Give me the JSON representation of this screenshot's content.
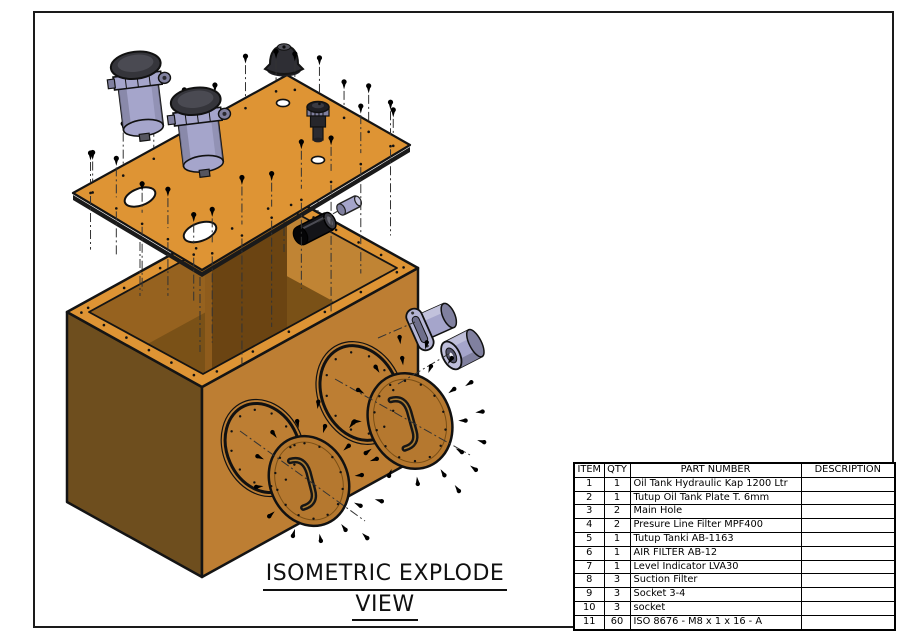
{
  "sheet": {
    "title_line1": "ISOMETRIC EXPLODE",
    "title_line2": "VIEW"
  },
  "bom_table": {
    "headers": [
      "ITEM",
      "QTY",
      "PART NUMBER",
      "DESCRIPTION"
    ],
    "rows": [
      [
        "1",
        "1",
        "Oil Tank Hydraulic Kap 1200 Ltr",
        ""
      ],
      [
        "2",
        "1",
        "Tutup Oil Tank Plate T. 6mm",
        ""
      ],
      [
        "3",
        "2",
        "Main Hole",
        ""
      ],
      [
        "4",
        "2",
        "Presure Line Filter MPF400",
        ""
      ],
      [
        "5",
        "1",
        "Tutup Tanki AB-1163",
        ""
      ],
      [
        "6",
        "1",
        "AIR FILTER AB-12",
        ""
      ],
      [
        "7",
        "1",
        "Level Indicator LVA30",
        ""
      ],
      [
        "8",
        "3",
        "Suction Filter",
        ""
      ],
      [
        "9",
        "3",
        "Socket 3-4",
        ""
      ],
      [
        "10",
        "3",
        "socket",
        ""
      ],
      [
        "11",
        "60",
        "ISO 8676 - M8 x 1 x 16 - A",
        ""
      ]
    ]
  },
  "palette": {
    "paper": "#ffffff",
    "line": "#141414",
    "plate": "#DE9434",
    "front_face": "#BD7E33",
    "left_face": "#6E4E1E",
    "interior_base": "#7A5117",
    "interior_left": "#96621F",
    "interior_wall": "#C08434",
    "baffle": "#6B4412",
    "cover": "#B5782F",
    "lavender": "#A5A5CB",
    "lavender_dark": "#80809F",
    "cap_dark": "#35353B",
    "black_part": "#141418",
    "dash": "#333333"
  }
}
